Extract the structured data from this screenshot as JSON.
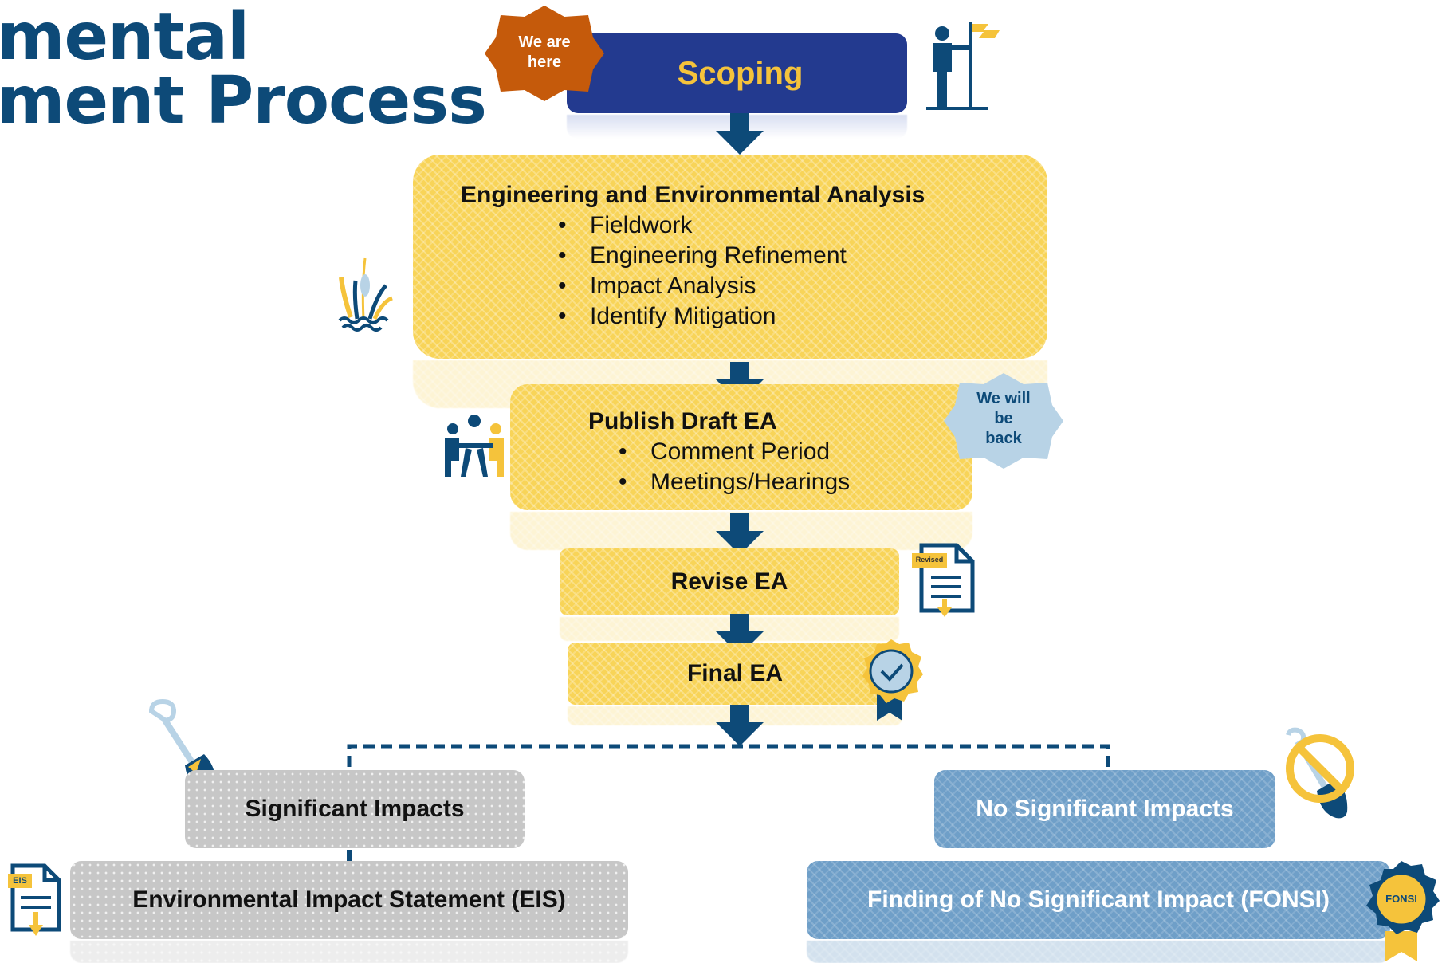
{
  "title": {
    "line1": "mental",
    "line2": "ment Process"
  },
  "badges": {
    "here": "We are\nhere",
    "back": "We will\nbe\nback"
  },
  "steps": {
    "scoping": "Scoping",
    "analysis": {
      "heading": "Engineering and Environmental Analysis",
      "items": [
        "Fieldwork",
        "Engineering Refinement",
        "Impact Analysis",
        "Identify Mitigation"
      ]
    },
    "draft": {
      "heading": "Publish Draft EA",
      "items": [
        "Comment Period",
        "Meetings/Hearings"
      ]
    },
    "revise": "Revise EA",
    "final": "Final EA"
  },
  "outcomes": {
    "significant": "Significant Impacts",
    "eis": "Environmental Impact Statement (EIS)",
    "no_significant": "No Significant Impacts",
    "fonsi": "Finding of No Significant Impact (FONSI)"
  },
  "icon_labels": {
    "revised_doc": "Revised",
    "eis_doc": "EIS",
    "fonsi_seal": "FONSI"
  },
  "colors": {
    "navy": "#233a8f",
    "dark_blue": "#0d4a78",
    "gold": "#f5c33b",
    "yellow_box": "#f8d458",
    "orange_badge": "#c55a0b",
    "light_blue_badge": "#b8d3e6",
    "grey_box": "#c7c7c7",
    "blue_box": "#6f9fc8"
  },
  "icons": [
    "person-flag-icon",
    "cattail-icon",
    "meeting-icon",
    "revised-document-icon",
    "award-seal-icon",
    "shovel-icon",
    "eis-document-icon",
    "no-shovel-icon",
    "fonsi-seal-icon"
  ]
}
